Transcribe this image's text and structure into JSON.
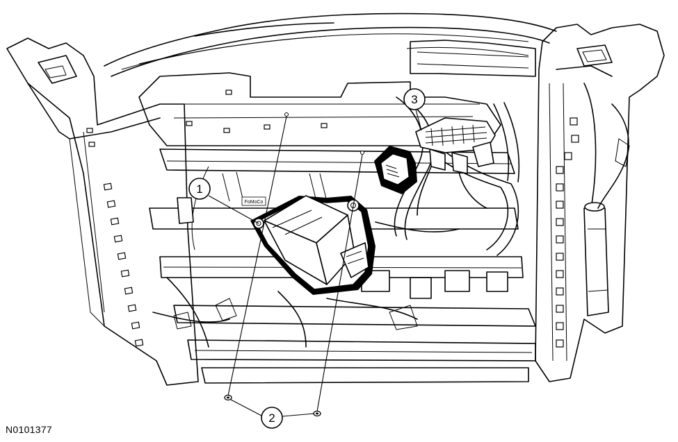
{
  "figure_id": "N0101377",
  "callouts": {
    "c1": "1",
    "c2": "2",
    "c3": "3"
  },
  "module_label": "FoMoCo"
}
